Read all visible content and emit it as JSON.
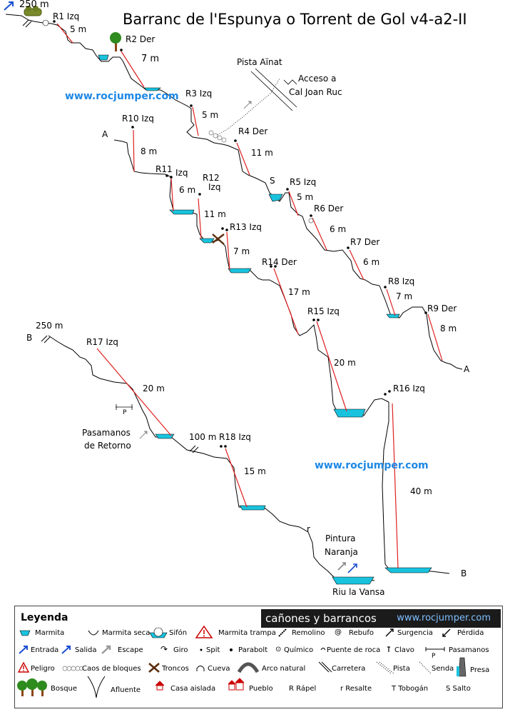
{
  "title": "Barranc de l'Espunya o Torrent de Gol v4-a2-II",
  "website": "www.rocjumper.com",
  "labels": {
    "alt_250_top": "250 m",
    "r1": "R1 Izq",
    "d1": "5 m",
    "r2": "R2 Der",
    "d2": "7 m",
    "r3": "R3 Izq",
    "d3": "5 m",
    "r4": "R4 Der",
    "d4": "11 m",
    "s": "S",
    "r5": "R5 Izq",
    "d5": "5 m",
    "r6": "R6 Der",
    "d6": "6 m",
    "r7": "R7 Der",
    "d7": "6 m",
    "r8": "R8 Izq",
    "d8": "7 m",
    "r9": "R9 Der",
    "d9": "8 m",
    "a_end": "A",
    "pista": "Pista Aïnat",
    "acceso1": "Acceso a",
    "acceso2": "Cal Joan Ruc",
    "a_start": "A",
    "r10": "R10 Izq",
    "d10": "8 m",
    "r11": "R11",
    "r11b": "Izq",
    "d11": "6 m",
    "r12": "R12",
    "r12b": "Izq",
    "d12": "11 m",
    "r13": "R13 Izq",
    "d13": "7 m",
    "r14": "R14 Der",
    "d14": "17 m",
    "r15": "R15 Izq",
    "d15": "20 m",
    "r16": "R16 Izq",
    "d16": "40 m",
    "b_end": "B",
    "b_start": "B",
    "alt_250_b": "250 m",
    "r17": "R17 Izq",
    "d17": "20 m",
    "p": "P",
    "pasamanos1": "Pasamanos",
    "pasamanos2": "de Retorno",
    "alt_100": "100 m",
    "r18": "R18 Izq",
    "d18": "15 m",
    "r_small": "r",
    "pintura1": "Pintura",
    "pintura2": "Naranja",
    "riu": "Riu la Vansa"
  },
  "legend": {
    "heading": "Leyenda",
    "banner_left": "cañones y barrancos",
    "banner_right": "www.rocjumper.com",
    "items": {
      "marmita": "Marmita",
      "marmita_seca": "Marmita seca",
      "sifon": "Sifón",
      "marmita_trampa": "Marmita trampa",
      "remolino": "Remolino",
      "rebufo": "Rebufo",
      "surgencia": "Surgencia",
      "perdida": "Pérdida",
      "entrada": "Entrada",
      "salida": "Salida",
      "escape": "Escape",
      "giro": "Giro",
      "spit": "Spit",
      "parabolt": "Parabolt",
      "quimico": "Químico",
      "puente_roca": "Puente de roca",
      "clavo": "Clavo",
      "pasamanos": "Pasamanos",
      "pasamanos_p": "P",
      "peligro": "Peligro",
      "caos": "Caos de bloques",
      "troncos": "Troncos",
      "cueva": "Cueva",
      "arco": "Arco natural",
      "carretera": "Carretera",
      "pista": "Pista",
      "senda": "Senda",
      "presa": "Presa",
      "bosque": "Bosque",
      "afluente": "Afluente",
      "casa": "Casa aislada",
      "pueblo": "Pueblo",
      "rapel": "R Rápel",
      "resalte": "r Resalte",
      "tobogan": "T Tobogán",
      "salto": "S Salto",
      "rebufo_glyph": "@",
      "quimico_glyph": "⊙",
      "giro_glyph": "↷"
    }
  },
  "colors": {
    "water": "#19c3de",
    "rappel": "#e02020",
    "web": "#1e88e5",
    "arrow": "#1a4fd0",
    "tree": "#2e8b1e",
    "trunk": "#8b4513"
  }
}
